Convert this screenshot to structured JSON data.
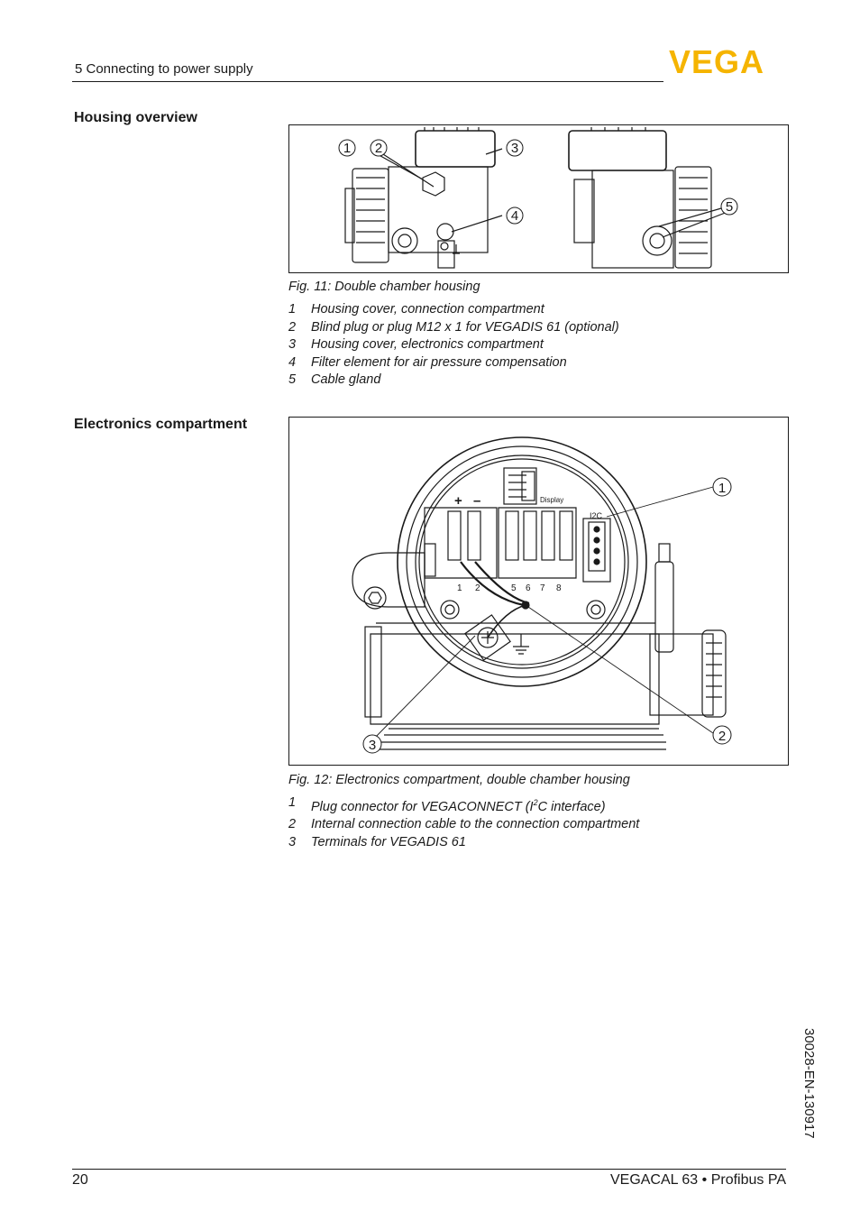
{
  "header": {
    "section": "5 Connecting to power supply",
    "logo_text": "VEGA",
    "brand_color": "#f5b400"
  },
  "housing": {
    "title": "Housing overview",
    "figure_caption": "Fig. 11: Double chamber housing",
    "callouts": [
      "1",
      "2",
      "3",
      "4",
      "5"
    ],
    "legend": [
      {
        "num": "1",
        "text": "Housing cover, connection compartment"
      },
      {
        "num": "2",
        "text": "Blind plug or plug M12 x 1 for VEGADIS 61 (optional)"
      },
      {
        "num": "3",
        "text": "Housing cover, electronics compartment"
      },
      {
        "num": "4",
        "text": "Filter element for air pressure compensation"
      },
      {
        "num": "5",
        "text": "Cable gland"
      }
    ]
  },
  "electronics": {
    "title": "Electronics compartment",
    "figure_caption": "Fig. 12: Electronics compartment, double chamber housing",
    "callouts": [
      "1",
      "2",
      "3"
    ],
    "board_labels": {
      "plus": "+",
      "minus": "–",
      "display": "Display",
      "i2c": "I2C",
      "terminals": [
        "1",
        "2",
        "5",
        "6",
        "7",
        "8"
      ]
    },
    "legend": [
      {
        "num": "1",
        "text_before": "Plug connector for VEGACONNECT (I",
        "sup": "2",
        "text_after": "C interface)"
      },
      {
        "num": "2",
        "text": "Internal connection cable to the connection compartment"
      },
      {
        "num": "3",
        "text": "Terminals for VEGADIS 61"
      }
    ]
  },
  "footer": {
    "page": "20",
    "product": "VEGACAL 63 • Profibus PA",
    "doc_id": "30028-EN-130917"
  }
}
